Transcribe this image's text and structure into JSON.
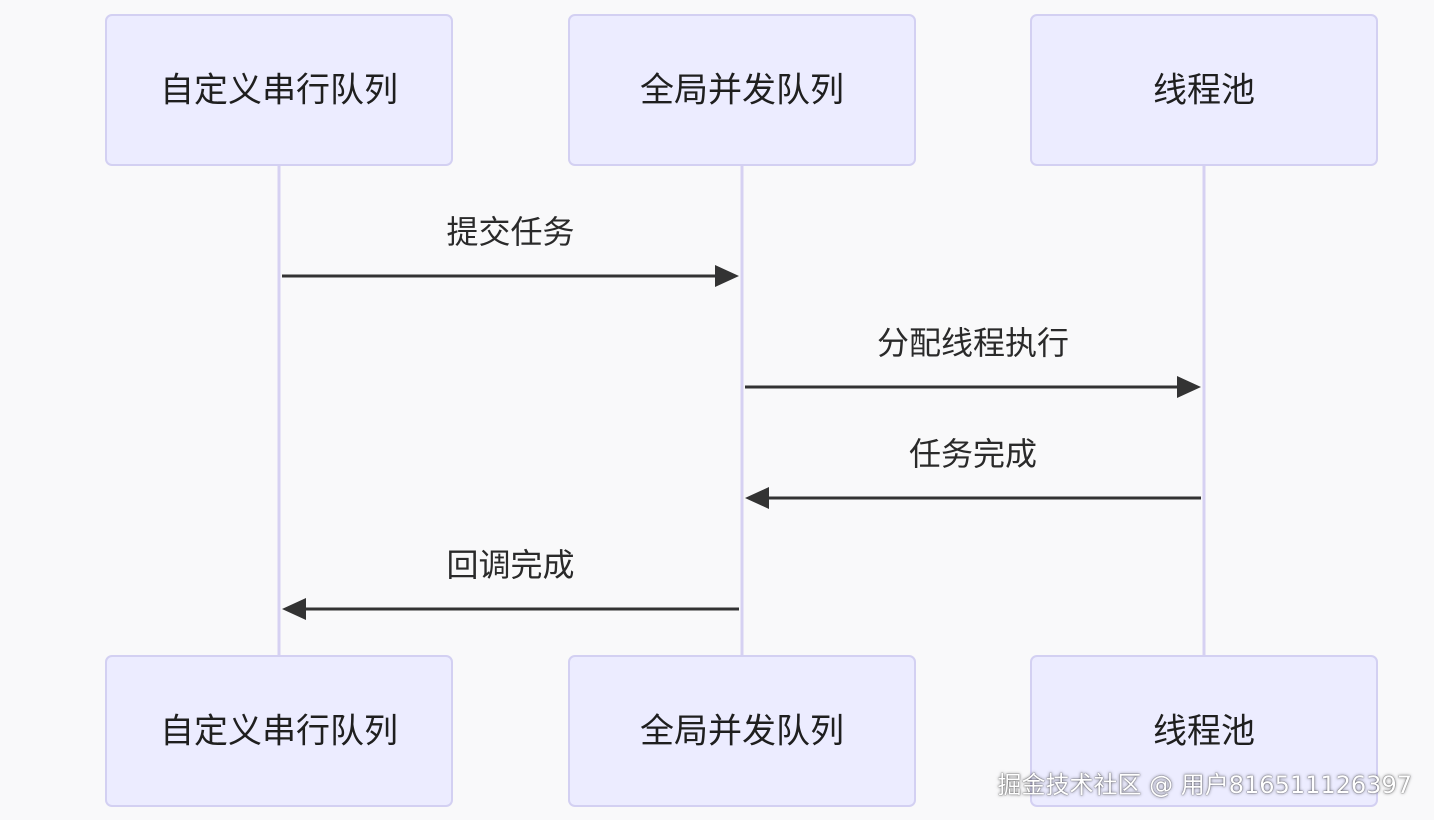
{
  "diagram": {
    "type": "sequence",
    "participants": [
      {
        "id": "serial",
        "label": "自定义串行队列"
      },
      {
        "id": "global",
        "label": "全局并发队列"
      },
      {
        "id": "pool",
        "label": "线程池"
      }
    ],
    "messages": [
      {
        "from": "serial",
        "to": "global",
        "label": "提交任务"
      },
      {
        "from": "global",
        "to": "pool",
        "label": "分配线程执行"
      },
      {
        "from": "pool",
        "to": "global",
        "label": "任务完成"
      },
      {
        "from": "global",
        "to": "serial",
        "label": "回调完成"
      }
    ],
    "colors": {
      "actor_fill": "#ececff",
      "actor_border": "#d3d0f2",
      "lifeline": "#d6d1f2",
      "arrow": "#333333",
      "background": "#f9f9fa"
    }
  },
  "watermark": {
    "text": "掘金技术社区 @ 用户816511126397"
  }
}
